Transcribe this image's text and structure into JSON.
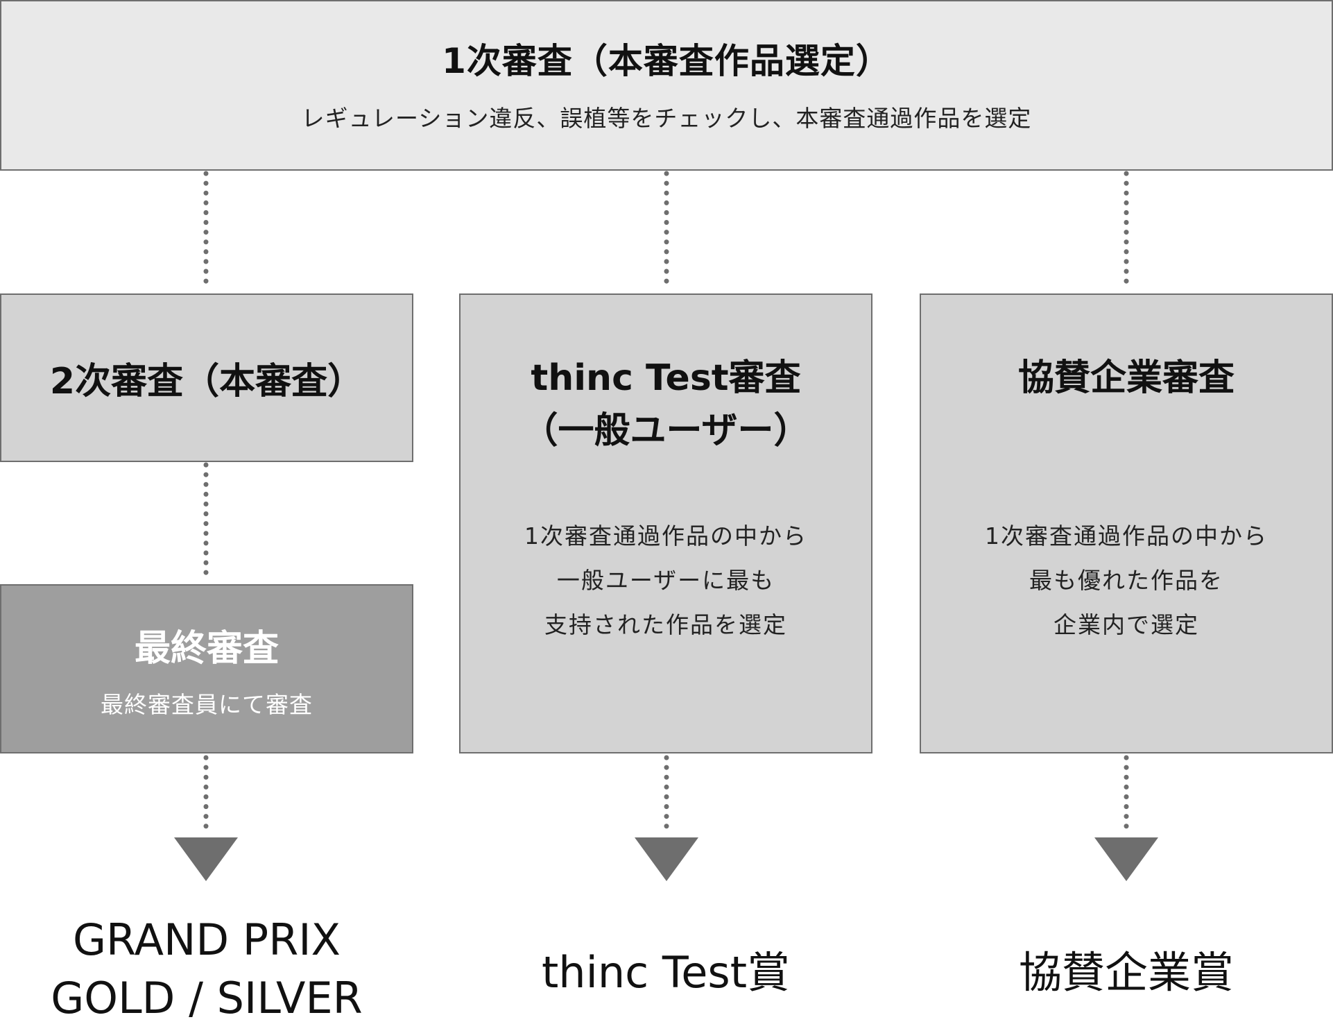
{
  "stage1": {
    "title": "1次審査（本審査作品選定）",
    "description": "レギュレーション違反、誤植等をチェックし、本審査通過作品を選定"
  },
  "stage2": {
    "title": "2次審査（本審査）"
  },
  "final": {
    "title": "最終審査",
    "description": "最終審査員にて審査"
  },
  "thinc_test": {
    "title_lines": [
      "thinc Test審査",
      "（一般ユーザー）"
    ],
    "description_lines": [
      "1次審査通過作品の中から",
      "一般ユーザーに最も",
      "支持された作品を選定"
    ]
  },
  "sponsor": {
    "title": "協賛企業審査",
    "description_lines": [
      "1次審査通過作品の中から",
      "最も優れた作品を",
      "企業内で選定"
    ]
  },
  "awards": {
    "grand_line1": "GRAND PRIX",
    "grand_line2": "GOLD / SILVER",
    "thinc": "thinc Test賞",
    "sponsor": "協賛企業賞"
  },
  "colors": {
    "stage1_bg": "#e9e9e9",
    "box_bg": "#d3d3d3",
    "final_bg": "#9e9e9e",
    "border": "#6e6e6e",
    "connector": "#6e6e6e",
    "highlight": "#f2a93b"
  }
}
